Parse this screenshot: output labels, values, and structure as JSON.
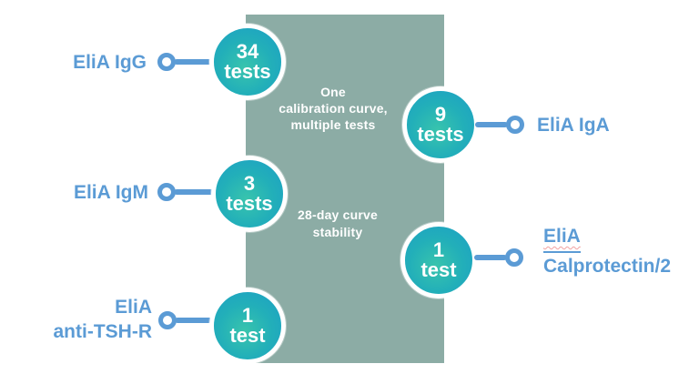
{
  "figure": {
    "description": "EliA assay efficiency diagram",
    "colors": {
      "accent_blue": "#5B9BD5",
      "panel_green": "#8CACA5",
      "bubble_teal_center": "#38C4AD",
      "bubble_teal_edge": "#1D9FC6",
      "text_white": "#FFFFFF"
    },
    "panel_notes": [
      {
        "lines": [
          "One",
          "calibration curve,",
          "multiple tests"
        ]
      },
      {
        "lines": [
          "28-day curve",
          "stability"
        ]
      }
    ],
    "items": [
      {
        "label_lines": [
          "EliA IgG"
        ],
        "count": "34",
        "unit": "tests",
        "side": "left"
      },
      {
        "label_lines": [
          "EliA IgM"
        ],
        "count": "3",
        "unit": "tests",
        "side": "left"
      },
      {
        "label_lines": [
          "EliA",
          "anti-TSH-R"
        ],
        "count": "1",
        "unit": "test",
        "side": "left"
      },
      {
        "label_lines": [
          "EliA IgA"
        ],
        "count": "9",
        "unit": "tests",
        "side": "right"
      },
      {
        "label_lines": [
          "EliA",
          "Calprotectin/2"
        ],
        "count": "1",
        "unit": "test",
        "side": "right"
      }
    ]
  }
}
